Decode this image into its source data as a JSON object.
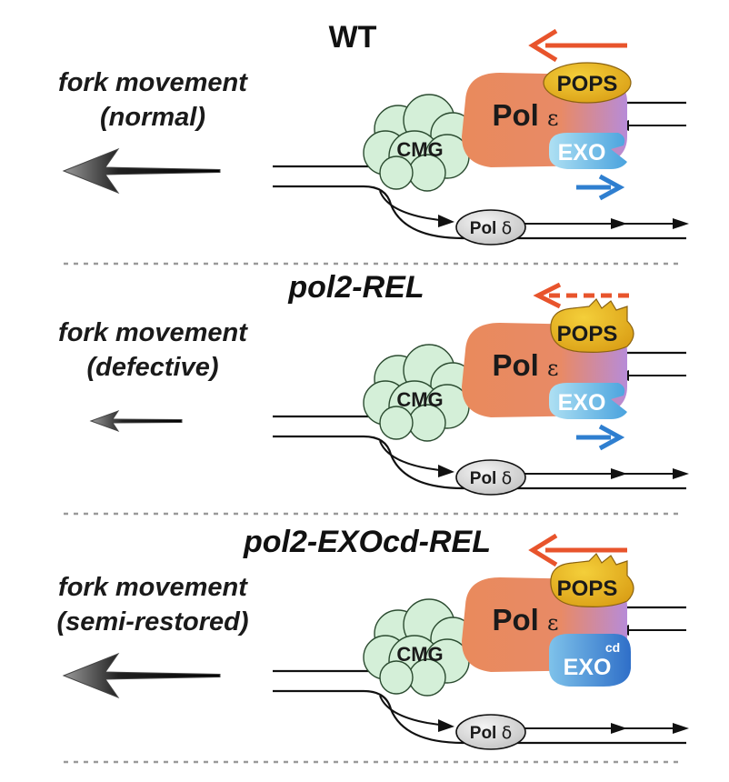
{
  "panels": [
    {
      "id": "wt",
      "title": "WT",
      "title_italic": false,
      "fork_line1": "fork movement",
      "fork_line2": "(normal)",
      "fork_arrow": "large",
      "pops_mutant": false,
      "exo_cd": false,
      "leading_arrow": "solid",
      "exo_arrow": true
    },
    {
      "id": "rel",
      "title": "pol2-REL",
      "title_italic": true,
      "fork_line1": "fork movement",
      "fork_line2": "(defective)",
      "fork_arrow": "small",
      "pops_mutant": true,
      "exo_cd": false,
      "leading_arrow": "dashed",
      "exo_arrow": true
    },
    {
      "id": "exocd-rel",
      "title": "pol2-EXOcd-REL",
      "title_italic": true,
      "fork_line1": "fork movement",
      "fork_line2": "(semi-restored)",
      "fork_arrow": "large",
      "pops_mutant": true,
      "exo_cd": true,
      "leading_arrow": "solid",
      "exo_arrow": false
    }
  ],
  "labels": {
    "cmg": "CMG",
    "pol": "Pol",
    "epsilon": "ε",
    "delta": "δ",
    "pops": "POPS",
    "exo": "EXO",
    "cd": "cd"
  },
  "colors": {
    "cmg_fill": "#d4efd8",
    "pol_e_left": "#e9895e",
    "pol_e_right": "#b88bd4",
    "pops_fill": "#e8b21a",
    "exo_light": "#9fd6ee",
    "exo_blue": "#3d8fd8",
    "red_arrow": "#e8542c",
    "blue_arrow": "#2f7fd0",
    "divider": "#9a9a9a",
    "dna": "#111111"
  }
}
